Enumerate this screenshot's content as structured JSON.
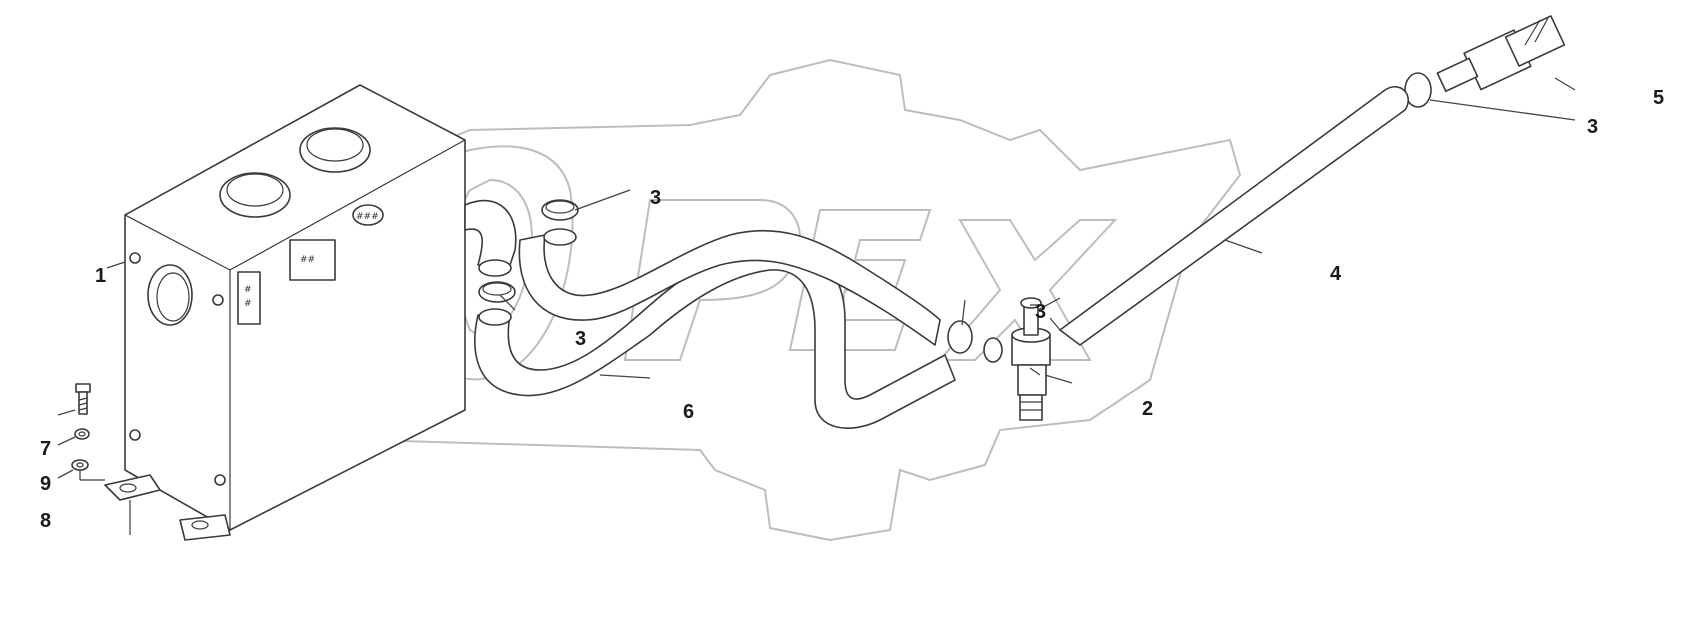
{
  "watermark": {
    "text": "OPEX",
    "color": "#bdbdbd"
  },
  "callouts": [
    {
      "id": "label-1",
      "text": "1"
    },
    {
      "id": "label-2",
      "text": "2"
    },
    {
      "id": "label-3a",
      "text": "3"
    },
    {
      "id": "label-3b",
      "text": "3"
    },
    {
      "id": "label-3c",
      "text": "3"
    },
    {
      "id": "label-3d",
      "text": "3"
    },
    {
      "id": "label-4",
      "text": "4"
    },
    {
      "id": "label-5",
      "text": "5"
    },
    {
      "id": "label-6",
      "text": "6"
    },
    {
      "id": "label-7",
      "text": "7"
    },
    {
      "id": "label-8",
      "text": "8"
    },
    {
      "id": "label-9",
      "text": "9"
    }
  ],
  "line_color": "#3a3a3a"
}
